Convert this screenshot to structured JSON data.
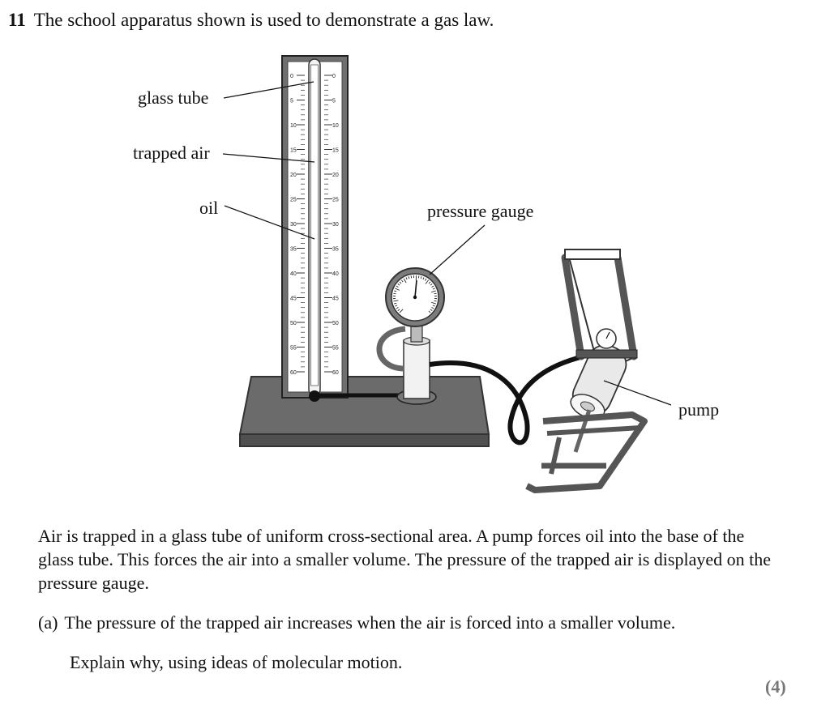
{
  "question": {
    "number": "11",
    "stem": "The school apparatus shown is used to demonstrate a gas law."
  },
  "figure": {
    "labels": {
      "glass_tube": "glass tube",
      "trapped_air": "trapped air",
      "oil": "oil",
      "pressure_gauge": "pressure gauge",
      "pump": "pump"
    },
    "scale_left": [
      "0",
      "5",
      "10",
      "15",
      "20",
      "25",
      "30",
      "35",
      "40",
      "45",
      "50",
      "55",
      "60"
    ],
    "scale_right": [
      "0",
      "5",
      "10",
      "15",
      "20",
      "25",
      "30",
      "35",
      "40",
      "45",
      "50",
      "55",
      "60"
    ]
  },
  "body": {
    "paragraph": "Air is trapped in a glass tube of uniform cross-sectional area.  A pump forces oil into the base of the glass tube.  This forces the air into a smaller volume.  The pressure of the trapped air is displayed on the pressure gauge.",
    "part_a_label": "(a)",
    "part_a_text": "The pressure of the trapped air increases when the air is forced into a smaller volume.",
    "part_a_instruction": "Explain why, using ideas of molecular motion.",
    "marks": "(4)"
  }
}
